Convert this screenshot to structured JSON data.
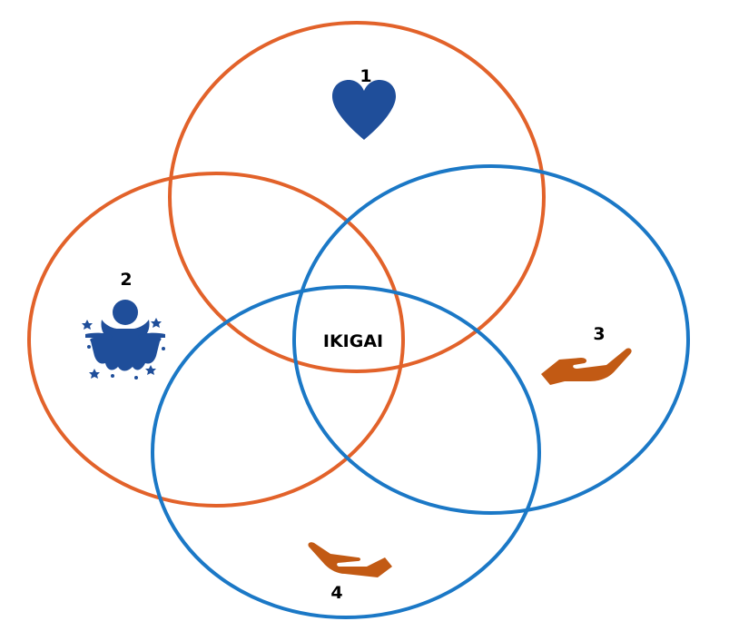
{
  "center_label": "IKIGAI",
  "labels": {
    "love": "1",
    "passion": "2",
    "give": "3",
    "receive": "4"
  },
  "icons": {
    "love": "heart-icon",
    "passion": "celebrating-person-icon",
    "give": "giving-hand-icon",
    "receive": "receiving-hand-icon"
  },
  "colors": {
    "orange_ring": "#E2622A",
    "blue_ring": "#1B78C6",
    "dark_blue_icon": "#1F4E9A",
    "brown_icon": "#C25A14"
  }
}
